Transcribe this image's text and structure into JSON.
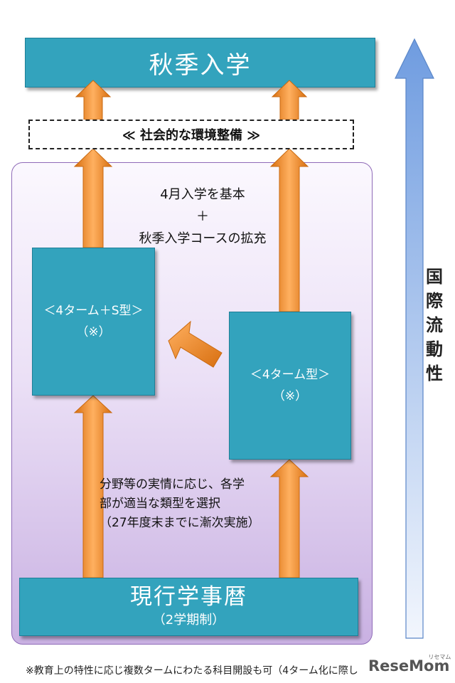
{
  "top_box": {
    "label": "秋季入学"
  },
  "dashed_box": {
    "label": "≪ 社会的な環境整備 ≫"
  },
  "center_text": {
    "line1": "4月入学を基本",
    "line2": "＋",
    "line3": "秋季入学コースの拡充"
  },
  "box_4s": {
    "line1": "＜4ターム＋S型＞",
    "line2": "（※）"
  },
  "box_4": {
    "line1": "＜4ターム型＞",
    "line2": "（※）"
  },
  "select_text": {
    "line1": "分野等の実情に応じ、各学",
    "line2": "部が適当な類型を選択",
    "line3": "（27年度末までに漸次実施）"
  },
  "bottom_box": {
    "title": "現行学事暦",
    "sub": "（2学期制）"
  },
  "side_label": {
    "text": "国際流動性"
  },
  "footnote": {
    "text": "※教育上の特性に応じ複数タームにわたる科目開設も可（4ターム化に際し"
  },
  "watermark": {
    "text": "ReseMom",
    "sup": "リセマム"
  },
  "colors": {
    "teal": "#33a3bd",
    "orange": "#f58a1f",
    "purple_panel": "#c9b1e2",
    "side_arrow": "#6f9ce0"
  }
}
